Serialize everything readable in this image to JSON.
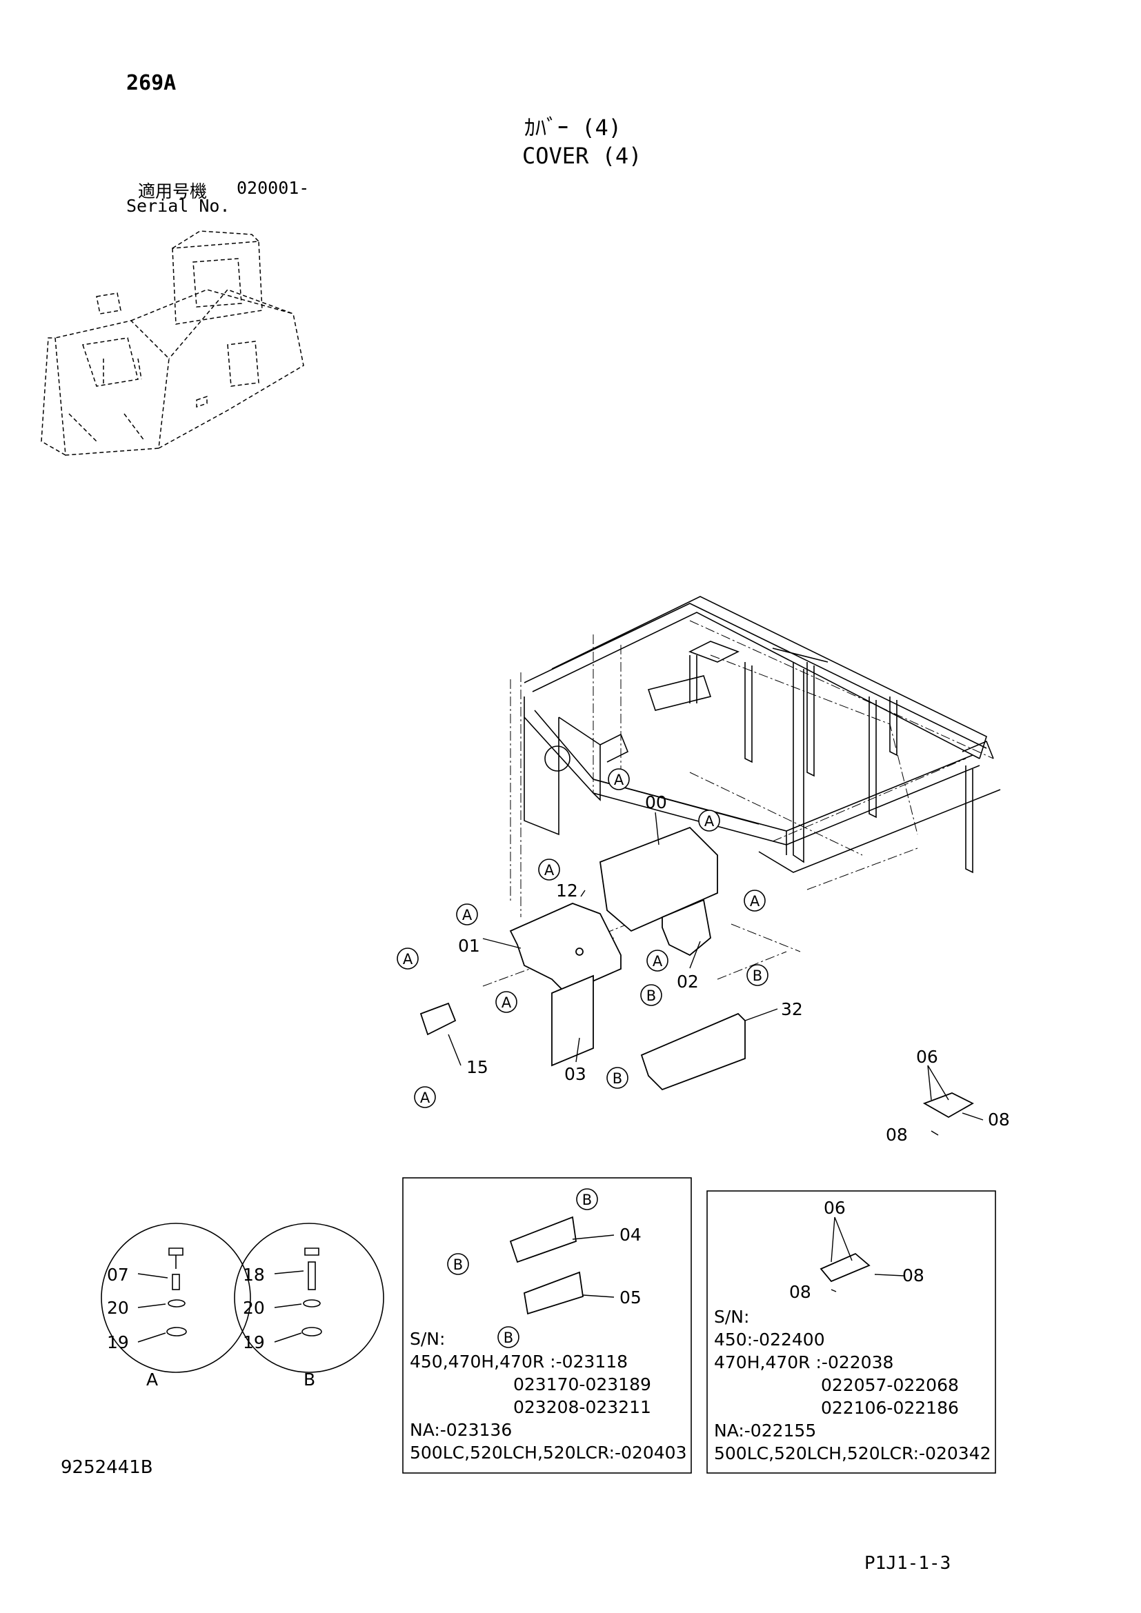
{
  "header": {
    "page_code": "269A",
    "title_jp": "ｶﾊﾞｰ (4)",
    "title_en": "COVER (4)",
    "serial_label_jp": "適用号機",
    "serial_value": "020001-",
    "serial_label_en": "Serial No."
  },
  "callouts": {
    "c00": "00",
    "c01": "01",
    "c02": "02",
    "c03": "03",
    "c12": "12",
    "c15": "15",
    "c32": "32",
    "c06": "06",
    "c08a": "08",
    "c08b": "08",
    "c04": "04",
    "c05": "05",
    "c06b": "06",
    "c08c": "08",
    "c08d": "08"
  },
  "ref_markers": {
    "a": "A",
    "b": "B"
  },
  "detail_a": {
    "label": "A",
    "items": [
      "07",
      "20",
      "19"
    ]
  },
  "detail_b": {
    "label": "B",
    "items": [
      "18",
      "20",
      "19"
    ]
  },
  "box_left": {
    "lines": [
      "S/N:",
      "450,470H,470R :-023118",
      "023170-023189",
      "023208-023211",
      "NA:-023136",
      "500LC,520LCH,520LCR:-020403"
    ]
  },
  "box_right": {
    "lines": [
      "S/N:",
      "450:-022400",
      "470H,470R :-022038",
      "022057-022068",
      "022106-022186",
      "NA:-022155",
      "500LC,520LCH,520LCR:-020342"
    ]
  },
  "footer": {
    "drawing_number": "9252441B",
    "page_ref": "P1J1-1-3"
  }
}
